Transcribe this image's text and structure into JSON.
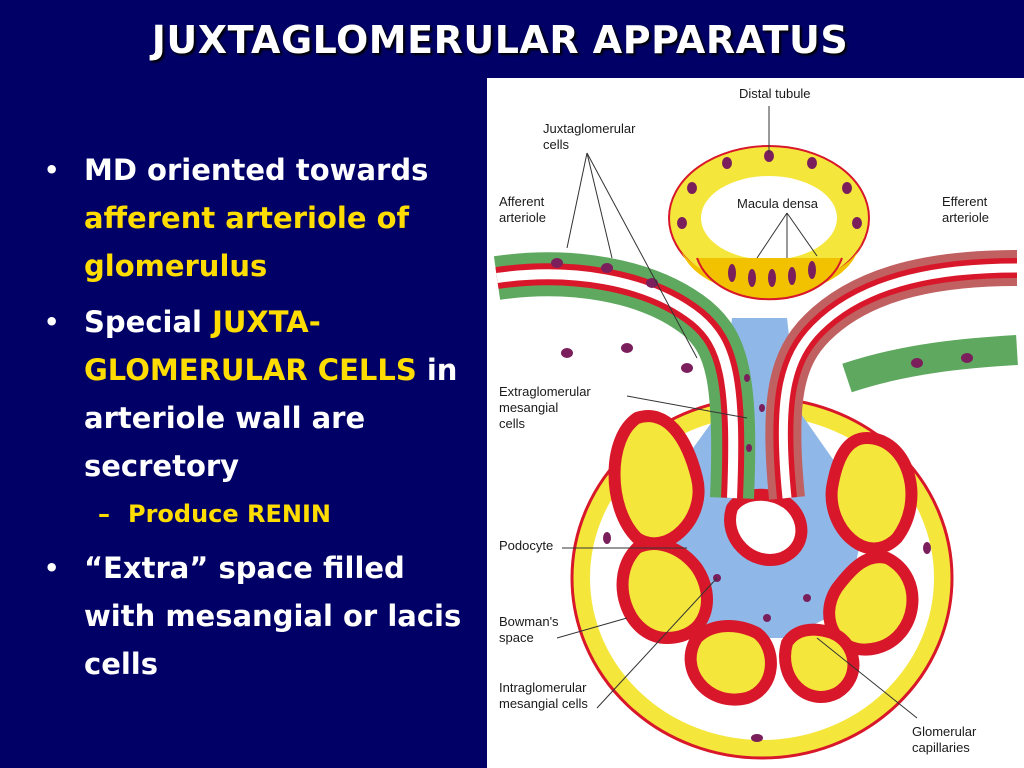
{
  "title": "JUXTAGLOMERULAR APPARATUS",
  "bullets": {
    "b1": {
      "text": "MD oriented towards ",
      "highlight": "afferent arteriole of glomerulus"
    },
    "b2": {
      "text": "Special ",
      "highlight": "JUXTA-GLOMERULAR CELLS",
      "text_after": " in arteriole wall are secretory"
    },
    "b2_sub": {
      "text": "Produce RENIN"
    },
    "b3": {
      "text": "“Extra” space filled with mesangial or lacis cells"
    }
  },
  "figure_labels": {
    "distal_tubule": "Distal tubule",
    "jg_cells_1": "Juxtaglomerular",
    "jg_cells_2": "cells",
    "afferent_1": "Afferent",
    "afferent_2": "arteriole",
    "macula_densa": "Macula densa",
    "efferent_1": "Efferent",
    "efferent_2": "arteriole",
    "extraglomerular_1": "Extraglomerular",
    "extraglomerular_2": "mesangial",
    "extraglomerular_3": "cells",
    "podocyte": "Podocyte",
    "bowmans_1": "Bowman's",
    "bowmans_2": "space",
    "intraglomerular_1": "Intraglomerular",
    "intraglomerular_2": "mesangial cells",
    "glomerular_1": "Glomerular",
    "glomerular_2": "capillaries"
  },
  "colors": {
    "background": "#000066",
    "title": "#ffffff",
    "highlight": "#ffdd00",
    "tubule_yellow": "#f5e63c",
    "macula_orange": "#f2c200",
    "nucleus": "#7a1f5c",
    "arteriole_red": "#d8182a",
    "jg_green": "#5fa85f",
    "mesangial_blue": "#8fb8e8"
  }
}
